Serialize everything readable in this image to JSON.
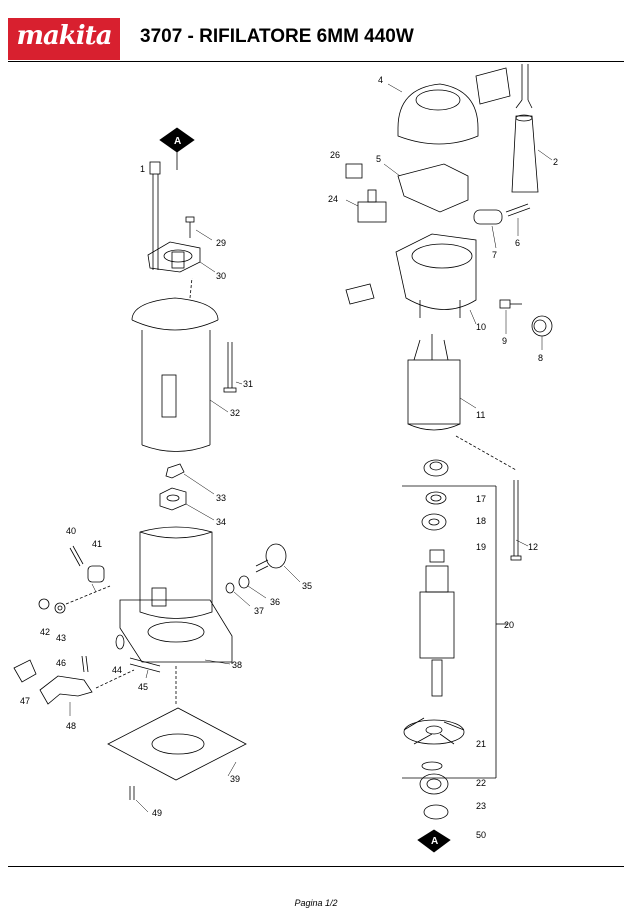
{
  "brand": "makita",
  "title": "3707 - RIFILATORE 6MM 440W",
  "footer": "Pagina 1/2",
  "flag_label": "A",
  "callouts": [
    "1",
    "2",
    "4",
    "5",
    "6",
    "7",
    "8",
    "9",
    "10",
    "11",
    "12",
    "17",
    "18",
    "19",
    "20",
    "21",
    "22",
    "23",
    "24",
    "26",
    "29",
    "30",
    "31",
    "32",
    "33",
    "34",
    "35",
    "36",
    "37",
    "38",
    "39",
    "40",
    "41",
    "42",
    "43",
    "44",
    "45",
    "46",
    "47",
    "48",
    "49",
    "50"
  ],
  "colors": {
    "brand_red": "#d8202f",
    "line": "#000000"
  }
}
